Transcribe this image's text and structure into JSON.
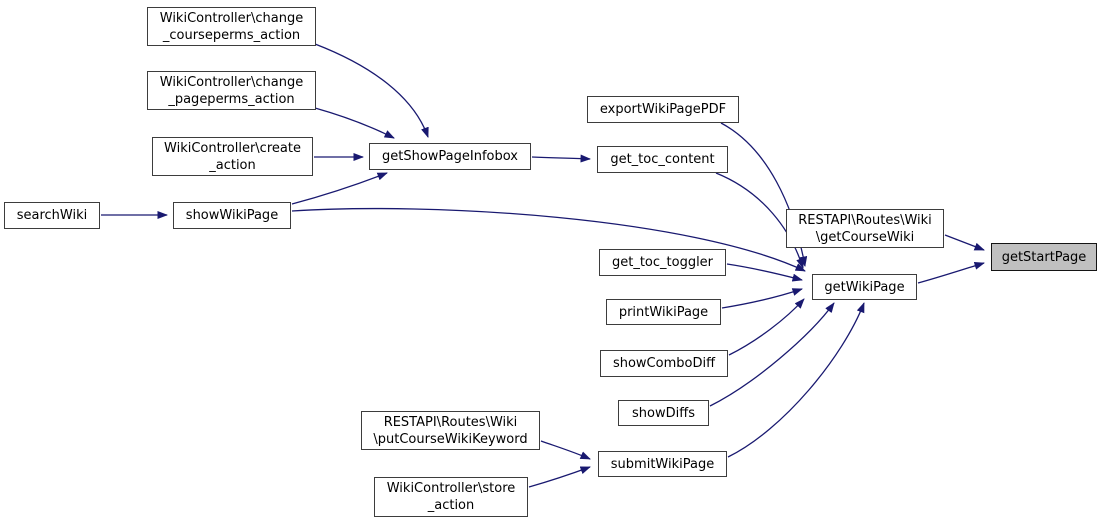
{
  "diagram": {
    "kind": "call-graph",
    "colors": {
      "edge": "#191970",
      "node_fill": "#ffffff",
      "node_border": "#3d3d3d",
      "highlight_fill": "#c0c0c0",
      "highlight_border": "#141414",
      "text": "#000000",
      "background": "#ffffff"
    },
    "nodes": [
      {
        "id": "change_courseperms_action",
        "label": "WikiController\\change\n_courseperms_action"
      },
      {
        "id": "change_pageperms_action",
        "label": "WikiController\\change\n_pageperms_action"
      },
      {
        "id": "create_action",
        "label": "WikiController\\create\n_action"
      },
      {
        "id": "searchWiki",
        "label": "searchWiki"
      },
      {
        "id": "showWikiPage",
        "label": "showWikiPage"
      },
      {
        "id": "getShowPageInfobox",
        "label": "getShowPageInfobox"
      },
      {
        "id": "exportWikiPagePDF",
        "label": "exportWikiPagePDF"
      },
      {
        "id": "get_toc_content",
        "label": "get_toc_content"
      },
      {
        "id": "get_toc_toggler",
        "label": "get_toc_toggler"
      },
      {
        "id": "printWikiPage",
        "label": "printWikiPage"
      },
      {
        "id": "showComboDiff",
        "label": "showComboDiff"
      },
      {
        "id": "showDiffs",
        "label": "showDiffs"
      },
      {
        "id": "putCourseWikiKeyword",
        "label": "RESTAPI\\Routes\\Wiki\n\\putCourseWikiKeyword"
      },
      {
        "id": "store_action",
        "label": "WikiController\\store\n_action"
      },
      {
        "id": "submitWikiPage",
        "label": "submitWikiPage"
      },
      {
        "id": "getCourseWiki",
        "label": "RESTAPI\\Routes\\Wiki\n\\getCourseWiki"
      },
      {
        "id": "getWikiPage",
        "label": "getWikiPage"
      },
      {
        "id": "getStartPage",
        "label": "getStartPage",
        "highlighted": true
      }
    ],
    "edges": [
      {
        "from": "change_courseperms_action",
        "to": "getShowPageInfobox"
      },
      {
        "from": "change_pageperms_action",
        "to": "getShowPageInfobox"
      },
      {
        "from": "create_action",
        "to": "getShowPageInfobox"
      },
      {
        "from": "searchWiki",
        "to": "showWikiPage"
      },
      {
        "from": "showWikiPage",
        "to": "getShowPageInfobox"
      },
      {
        "from": "showWikiPage",
        "to": "getWikiPage"
      },
      {
        "from": "getShowPageInfobox",
        "to": "get_toc_content"
      },
      {
        "from": "exportWikiPagePDF",
        "to": "getWikiPage"
      },
      {
        "from": "get_toc_content",
        "to": "getWikiPage"
      },
      {
        "from": "get_toc_toggler",
        "to": "getWikiPage"
      },
      {
        "from": "printWikiPage",
        "to": "getWikiPage"
      },
      {
        "from": "showComboDiff",
        "to": "getWikiPage"
      },
      {
        "from": "showDiffs",
        "to": "getWikiPage"
      },
      {
        "from": "submitWikiPage",
        "to": "getWikiPage"
      },
      {
        "from": "putCourseWikiKeyword",
        "to": "submitWikiPage"
      },
      {
        "from": "store_action",
        "to": "submitWikiPage"
      },
      {
        "from": "getCourseWiki",
        "to": "getStartPage"
      },
      {
        "from": "getWikiPage",
        "to": "getStartPage"
      }
    ]
  }
}
